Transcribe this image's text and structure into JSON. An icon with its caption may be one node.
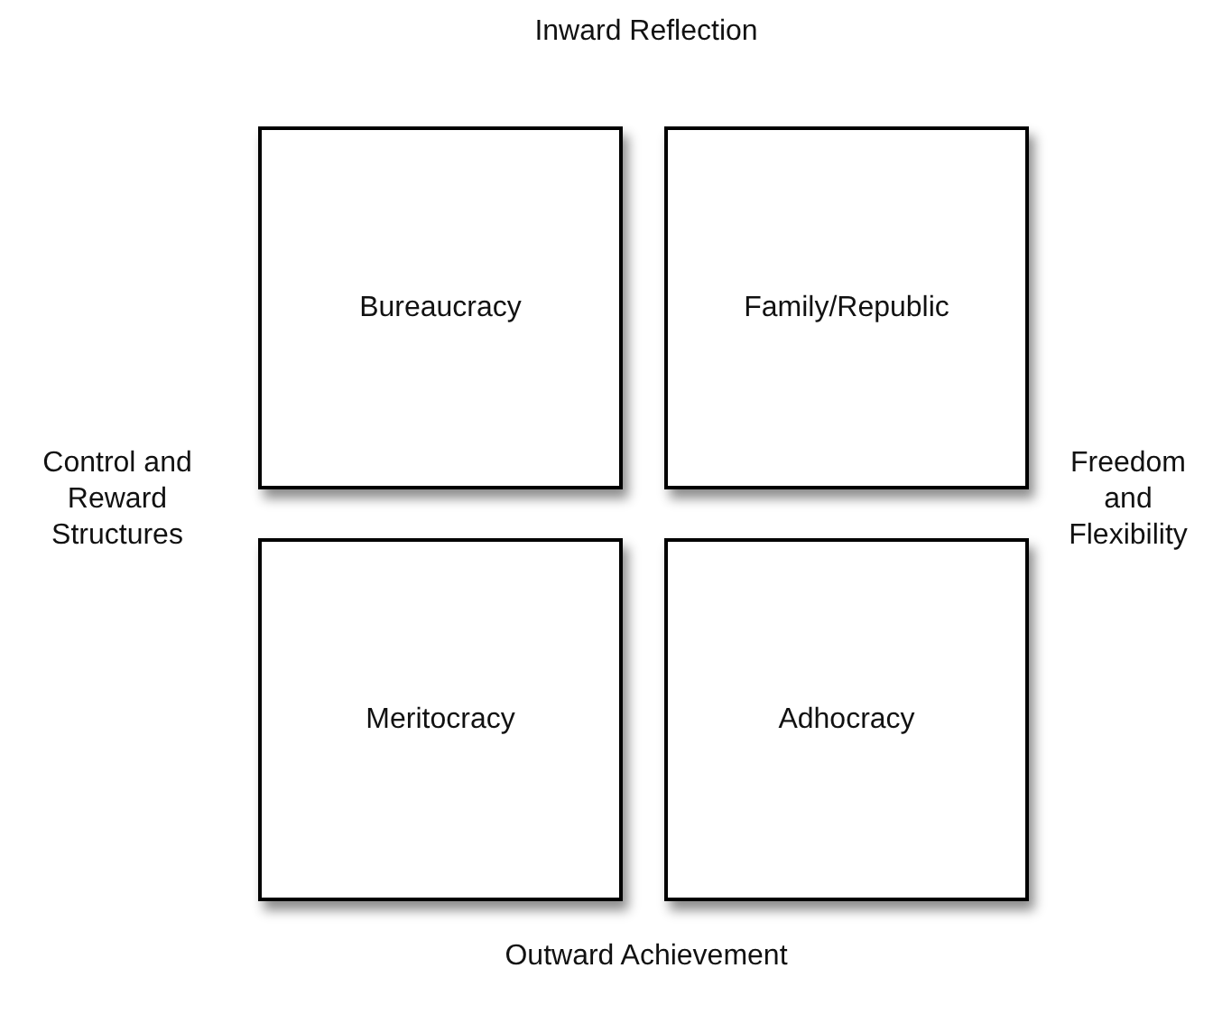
{
  "diagram": {
    "nodes": [
      {
        "text": [
          "Bureaucracy"
        ]
      },
      {
        "text": [
          "Family/Republic"
        ]
      },
      {
        "text": [
          "Meritocracy"
        ]
      },
      {
        "text": [
          "Adhocracy"
        ]
      }
    ],
    "labels": [
      "Inward Reflection",
      "Control and Reward Structures",
      "Freedom and Flexibility",
      "Outward Achievement"
    ]
  }
}
